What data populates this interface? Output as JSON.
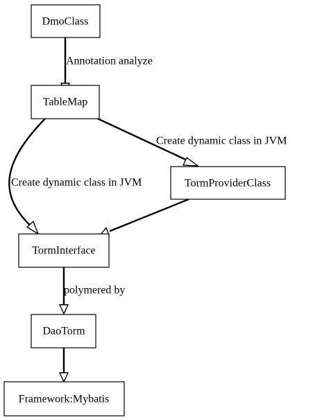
{
  "nodes": {
    "dmo_class": "DmoClass",
    "table_map": "TableMap",
    "torm_provider_class": "TormProviderClass",
    "torm_interface": "TormInterface",
    "dao_torm": "DaoTorm",
    "framework_mybatis": "Framework:Mybatis"
  },
  "edges": {
    "dmo_to_table_map": "Annotation analyze",
    "table_map_to_provider": "Create dynamic class in JVM",
    "table_map_to_interface": "Create dynamic class in JVM",
    "provider_to_interface": "",
    "interface_to_dao": "polymered by",
    "dao_to_framework": ""
  }
}
